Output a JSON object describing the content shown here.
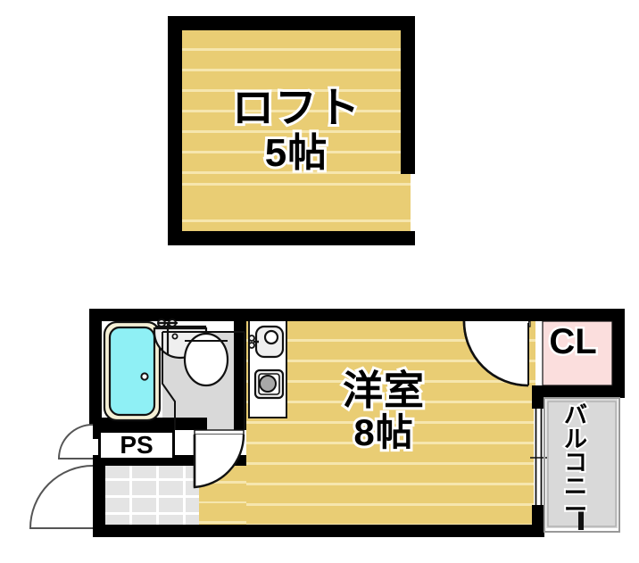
{
  "plan": {
    "title": "apartment-floor-plan",
    "colors": {
      "wall": "#000000",
      "floor": "#e9cd74",
      "floor_stripe": "#f6e6ae",
      "closet": "#fbdedd",
      "balcony": "#d9d9d9",
      "bathtub": "#8ff0f5",
      "bathtub_rim": "#f5f0d6",
      "fixture": "#efefef",
      "genkan_tile": "#e4e4e4"
    }
  },
  "loft": {
    "name": "ロフト",
    "size": "5帖"
  },
  "main_room": {
    "name": "洋室",
    "size": "8帖"
  },
  "closet": {
    "label": "CL"
  },
  "balcony": {
    "label_chars": [
      "バ",
      "ル",
      "コ",
      "ニ",
      "ー"
    ]
  },
  "pipe_space": {
    "label": "PS"
  },
  "fixtures": {
    "bathtub": "bathtub-icon",
    "vanity_sink": "vanity-sink-icon",
    "toilet": "toilet-icon",
    "kitchen_sink": "kitchen-sink-icon",
    "stove": "stove-burner-icon"
  },
  "doors": {
    "entrance": "entrance-door-swing",
    "ps_access": "ps-door-swing",
    "bathroom": "bathroom-door-swing",
    "closet": "closet-door-swing",
    "balcony": "balcony-sliding-door"
  }
}
